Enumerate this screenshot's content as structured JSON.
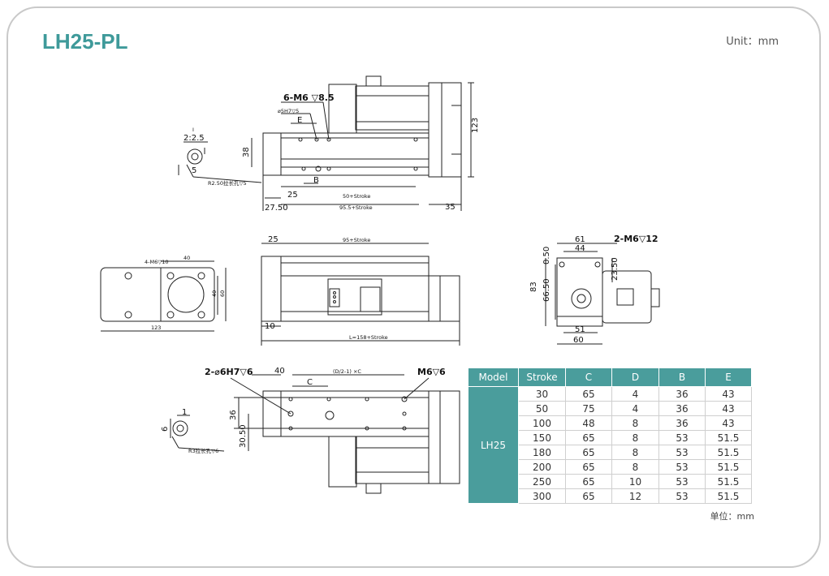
{
  "header": {
    "title": "LH25-PL",
    "unit": "Unit：mm"
  },
  "drawing": {
    "side_view": {
      "tap_label": "6-M6 ▽8.5",
      "pin_label": "⌀5H7▽5",
      "dim_e": "E",
      "dim_b": "B",
      "dim_123": "123",
      "dim_38": "38",
      "dim_25": "25",
      "dim_50_stroke": "50+Stroke",
      "dim_27_50": "27.50",
      "dim_95_stroke": "95.5+Stroke",
      "dim_35": "35",
      "detail_scale": "2:2.5",
      "detail_i": "I",
      "detail_5": "5",
      "detail_slot": "R2.50拉长孔▽5"
    },
    "top_view": {
      "dim_25": "25",
      "dim_95_stroke": "95+Stroke",
      "dim_10": "10",
      "dim_length": "L=158+Stroke"
    },
    "flange_view": {
      "hole_label": "4-M6▽10",
      "dim_40": "40",
      "dim_123": "123",
      "dim_40v": "40",
      "dim_60v": "60"
    },
    "end_view": {
      "dim_61": "61",
      "dim_44": "44",
      "tap_label": "2-M6▽12",
      "dim_0_50": "0.50",
      "dim_83": "83",
      "dim_66_50": "66.50",
      "dim_23_50": "23.50",
      "dim_51": "51",
      "dim_60": "60"
    },
    "bottom_view": {
      "pin_label": "2-⌀6H7▽6",
      "dim_40": "40",
      "dim_c": "C",
      "dim_pitch": "(D/2-1) ×C",
      "tap_label": "M6▽6",
      "dim_36": "36",
      "dim_30_50": "30.50",
      "detail_1": "1",
      "detail_6": "6",
      "detail_slot": "R3拉长孔▽6"
    }
  },
  "spec_table": {
    "headers": [
      "Model",
      "Stroke",
      "C",
      "D",
      "B",
      "E"
    ],
    "model": "LH25",
    "rows": [
      [
        "30",
        "65",
        "4",
        "36",
        "43"
      ],
      [
        "50",
        "75",
        "4",
        "36",
        "43"
      ],
      [
        "100",
        "48",
        "8",
        "36",
        "43"
      ],
      [
        "150",
        "65",
        "8",
        "53",
        "51.5"
      ],
      [
        "180",
        "65",
        "8",
        "53",
        "51.5"
      ],
      [
        "200",
        "65",
        "8",
        "53",
        "51.5"
      ],
      [
        "250",
        "65",
        "10",
        "53",
        "51.5"
      ],
      [
        "300",
        "65",
        "12",
        "53",
        "51.5"
      ]
    ]
  },
  "footer": {
    "unit": "单位：mm"
  },
  "colors": {
    "accent": "#4a9d9c",
    "title": "#3f9a9a",
    "line": "#222222"
  }
}
